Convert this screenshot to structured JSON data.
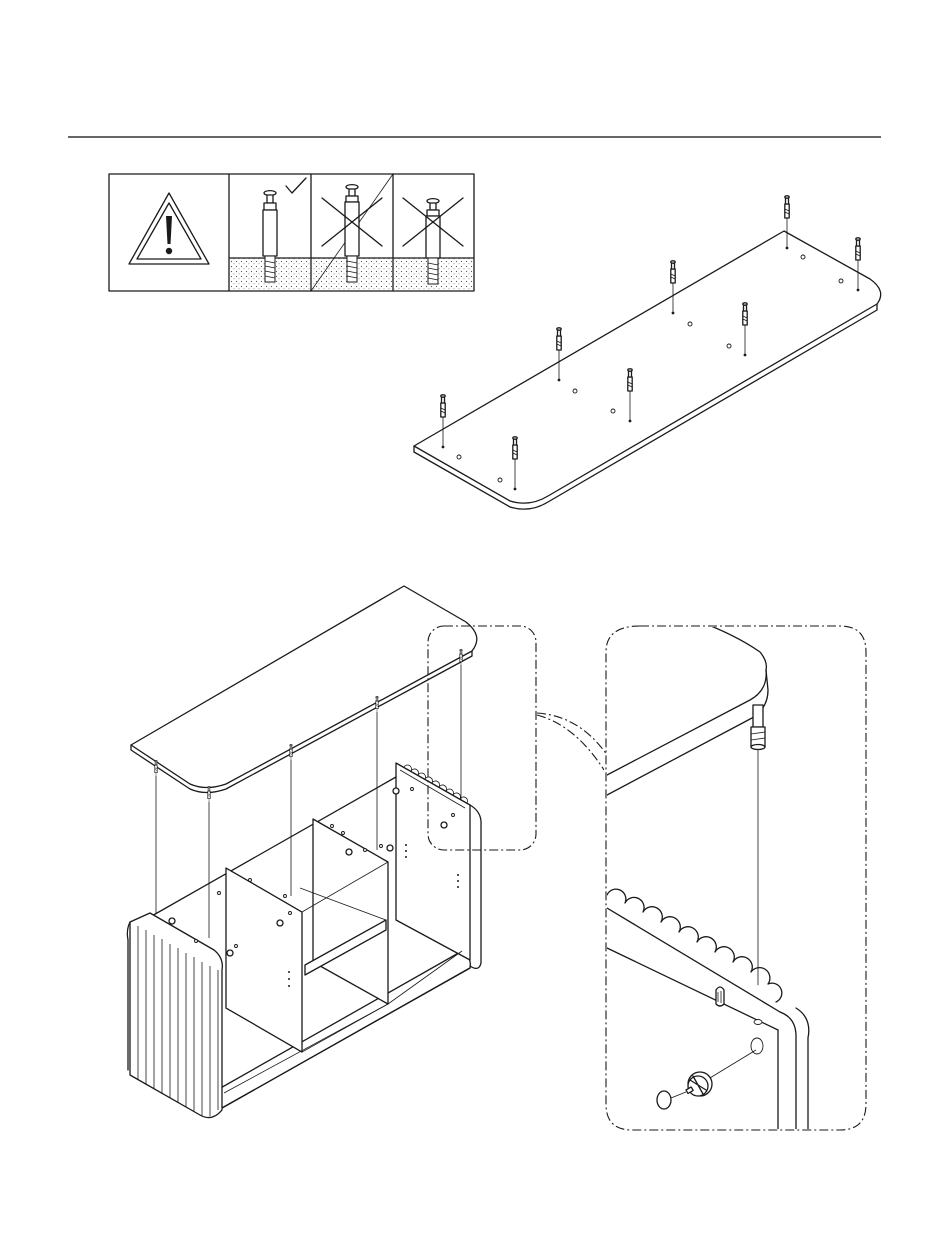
{
  "page": {
    "background": "#ffffff",
    "line_color": "#1a1a1a"
  },
  "warning_panel": {
    "icon": "warning-triangle-icon",
    "cells": [
      {
        "state": "correct",
        "mark": "check-icon"
      },
      {
        "state": "incorrect",
        "mark": "cross-icon"
      },
      {
        "state": "incorrect",
        "mark": "cross-icon"
      }
    ]
  },
  "step_top": {
    "part": "top-panel",
    "fittings": "cam-bolt",
    "count": 8
  },
  "step_assembly": {
    "bolt_lines": 5
  },
  "detail": {
    "parts": [
      "cam-bolt",
      "dowel",
      "cam-lock"
    ]
  }
}
